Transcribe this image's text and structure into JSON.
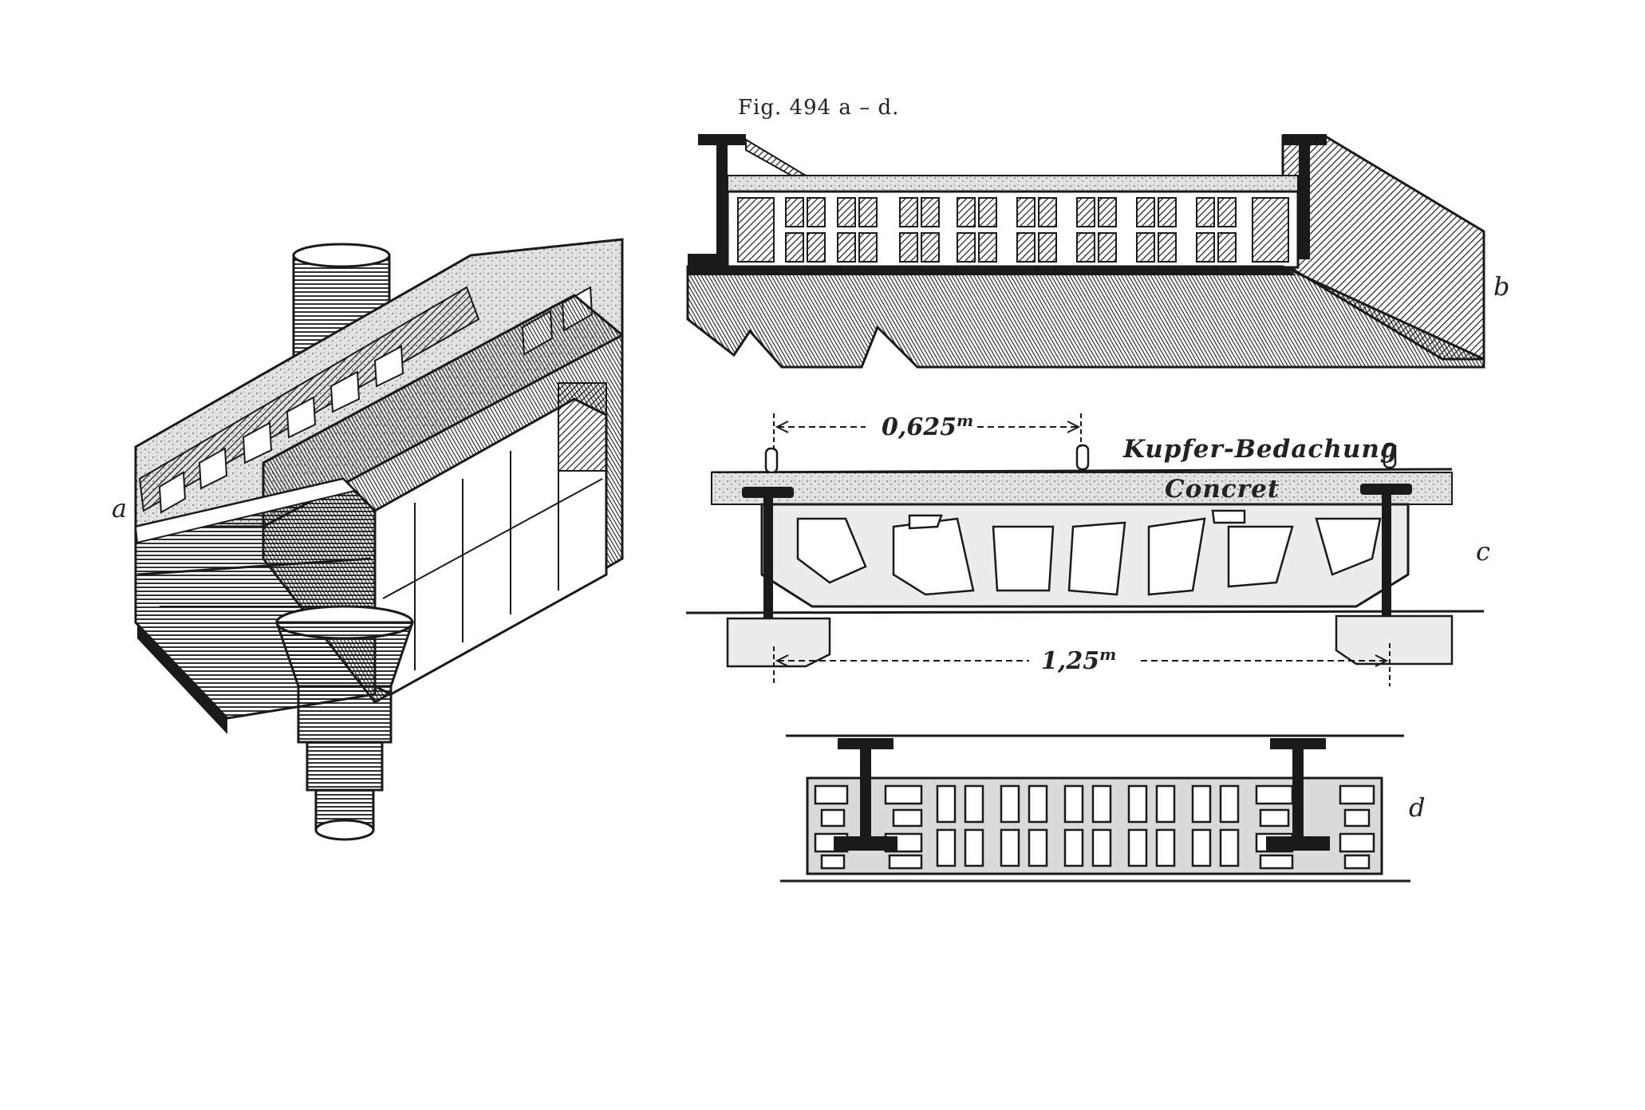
{
  "figure": {
    "caption": "Fig. 494 a – d.",
    "panels": [
      "a",
      "b",
      "c",
      "d"
    ]
  },
  "panel_c": {
    "dim_spacing": "0,625",
    "dim_span": "1,25",
    "unit": "m",
    "material_roof": "Kupfer-Bedachung",
    "material_fill": "Concret"
  },
  "colors": {
    "ink": "#1a1a1a",
    "paper": "#ffffff",
    "fill_gray": "#d6d6d6"
  }
}
